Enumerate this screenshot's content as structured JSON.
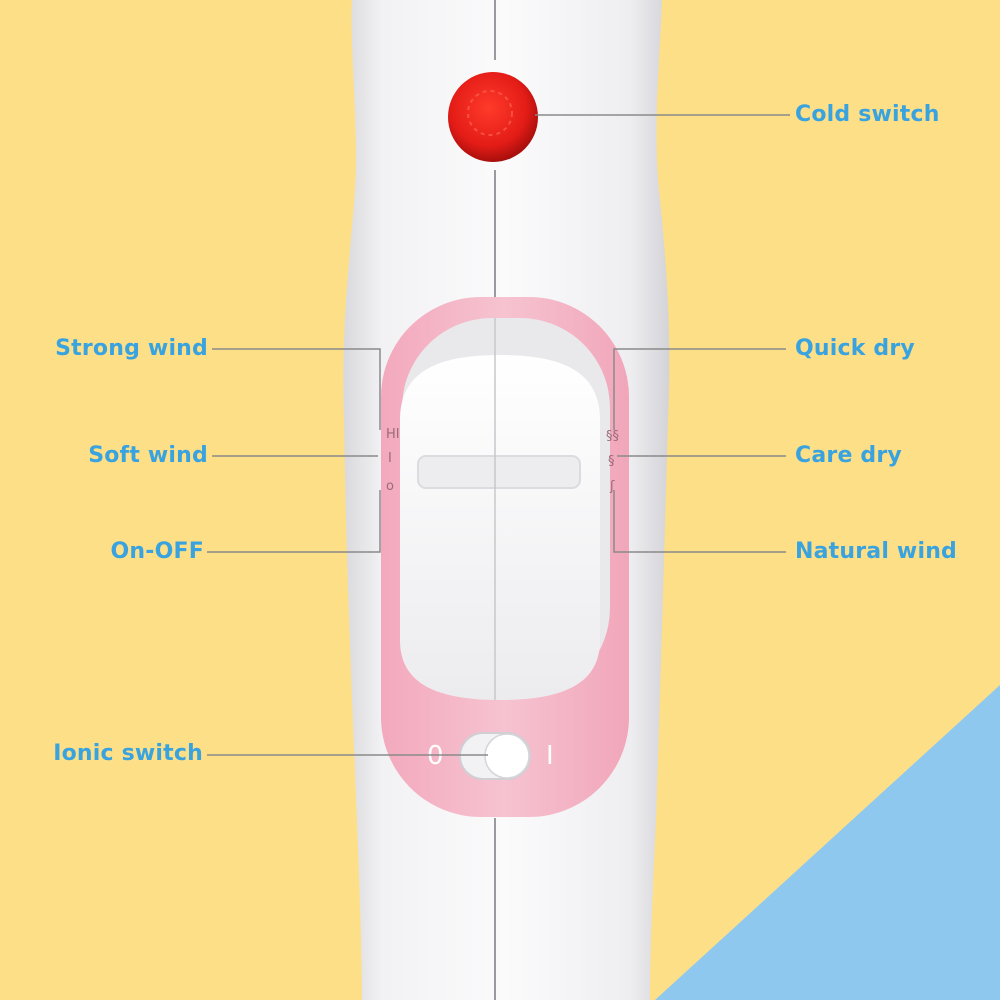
{
  "colors": {
    "background_yellow": "#fddf88",
    "background_blue": "#8fc8ef",
    "label_text": "#39a3df",
    "device_body": "#f4f4f6",
    "pink_panel": "#f4b6c6",
    "cold_switch_red": "#e41c17",
    "leader_line": "#8a8a8a"
  },
  "labels": {
    "cold_switch": "Cold switch",
    "strong_wind": "Strong wind",
    "quick_dry": "Quick dry",
    "soft_wind": "Soft wind",
    "care_dry": "Care dry",
    "on_off": "On-OFF",
    "natural_wind": "Natural wind",
    "ionic_switch": "Ionic switch"
  },
  "ionic_switch": {
    "off_mark": "0",
    "on_mark": "I"
  }
}
